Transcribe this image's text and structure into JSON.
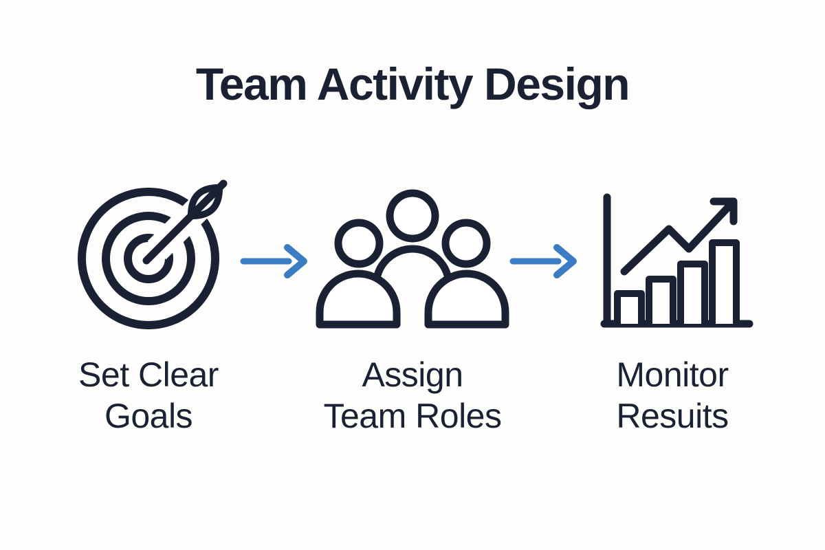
{
  "title": "Team Activity Design",
  "colors": {
    "ink": "#1a2132",
    "arrow": "#3b7dc2",
    "background": "#fdfdfc",
    "icon_fill": "#ffffff"
  },
  "steps": [
    {
      "icon": "target-arrow-icon",
      "label_line1": "Set Clear",
      "label_line2": "Goals"
    },
    {
      "icon": "team-people-icon",
      "label_line1": "Assign",
      "label_line2": "Team Roles"
    },
    {
      "icon": "growth-bar-chart-icon",
      "label_line1": "Monitor",
      "label_line2": "Resuits"
    }
  ],
  "connectors": [
    {
      "icon": "right-arrow-icon"
    },
    {
      "icon": "right-arrow-icon"
    }
  ]
}
